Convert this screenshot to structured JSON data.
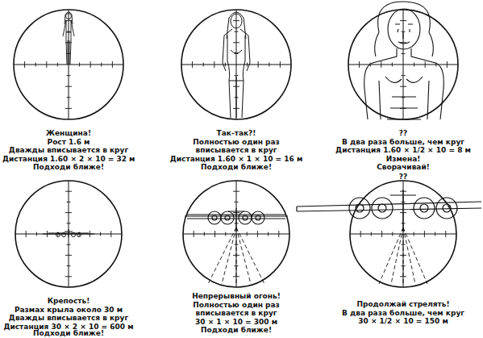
{
  "diagram": {
    "labels": [
      "Женщина!",
      "Рост 1.6 м",
      "Дважды вписывается в круг",
      "Дистанция 1.60 × 2 × 10 = 32 м",
      "Подходи ближе!",
      "Так-так?!",
      "Полностью один раз",
      "вписывается в круг",
      "Дистанция 1.60 × 1 × 10 = 16 м",
      "Подходи ближе!",
      "??",
      "В два раза больше, чем круг",
      "Дистанция 1.60 × 1/2 × 10 = 8 м",
      "Измена!",
      "Сворачивай!",
      "Крепость!",
      "Размах крыла около 30 м",
      "Дважды вписывается в круг",
      "Дистанция 30 × 2 × 10 = 600 м",
      "Подходи ближе!",
      "Непрерывный огонь!",
      "Полностью один раз",
      "вписывается в круг",
      "30 × 1 × 10 = 300 м",
      "Подходи ближе!",
      "??",
      "Продолжай стрелять!",
      "В два раза больше, чем круг",
      "30 × 1/2 × 10 = 150 м"
    ]
  }
}
